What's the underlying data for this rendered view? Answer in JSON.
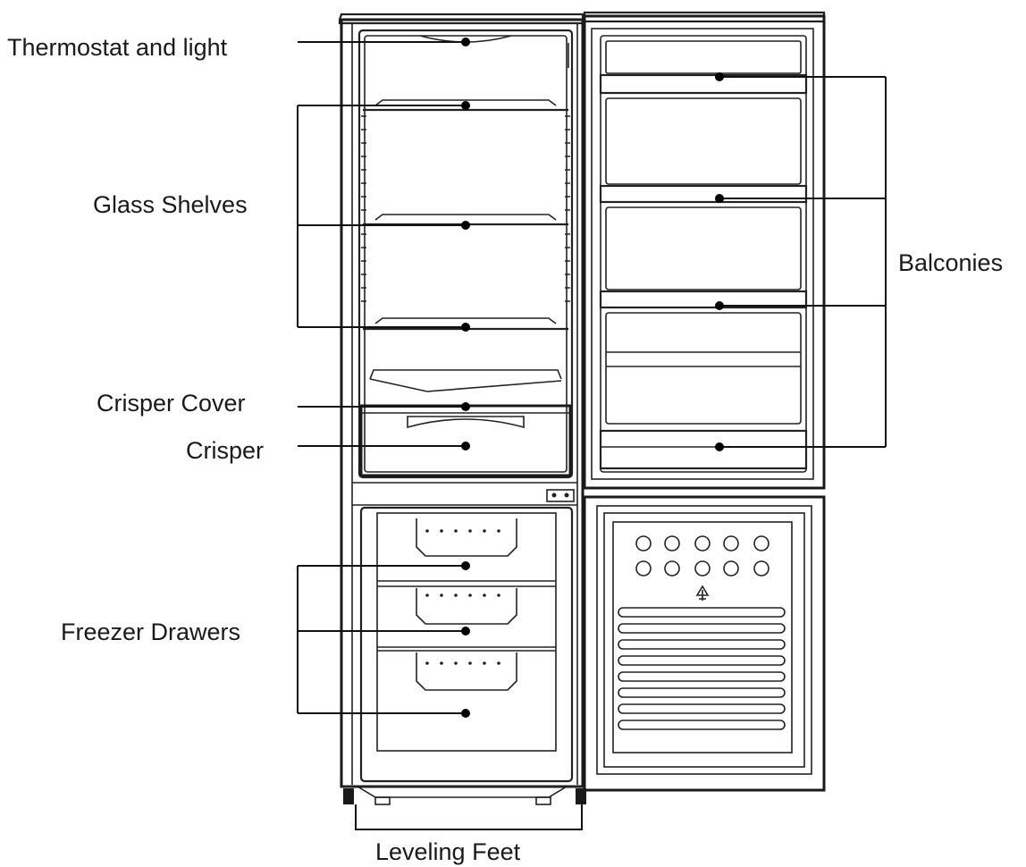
{
  "labels": {
    "thermostat": "Thermostat and light",
    "glass_shelves": "Glass Shelves",
    "crisper_cover": "Crisper Cover",
    "crisper": "Crisper",
    "freezer_drawers": "Freezer Drawers",
    "balconies": "Balconies",
    "leveling_feet": "Leveling Feet"
  }
}
